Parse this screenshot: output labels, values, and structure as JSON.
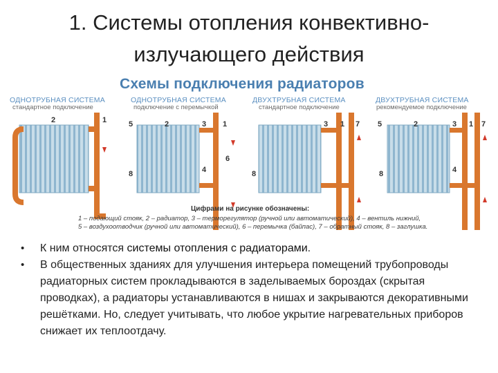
{
  "slide": {
    "title": "1. Системы отопления конвективно-излучающего действия"
  },
  "figure": {
    "heading": "Схемы подключения радиаторов",
    "systems": [
      {
        "name": "Однотрубная система",
        "sub": "стандартное подключение"
      },
      {
        "name": "Однотрубная система",
        "sub": "подключение с перемычкой"
      },
      {
        "name": "Двухтрубная система",
        "sub": "стандартное подключение"
      },
      {
        "name": "Двухтрубная система",
        "sub": "рекомендуемое подключение"
      }
    ],
    "legend_title": "Цифрами на рисунке обозначены:",
    "legend_lines": [
      "1 – подающий стояк, 2 – радиатор, 3 – терморегулятор (ручной или автоматический), 4 – вентиль нижний,",
      "5 – воздухоотводчик (ручной или автоматический), 6 – перемычка (байпас), 7 – обратный стояк, 8 – заглушка."
    ]
  },
  "bullets": [
    {
      "text": "К ним относятся ",
      "highlight": "системы отопления с радиаторами",
      "end": "."
    },
    {
      "text": "В общественных зданиях для улучшения интерьера помещений трубопроводы радиаторных систем прокладываются в заделываемых бороздах (скрытая проводках), а радиаторы устанавливаются в нишах и закрываются декоративными решётками. Но, следует учитывать, что любое укрытие нагревательных приборов снижает их теплоотдачу."
    }
  ],
  "colors": {
    "pipe": "#d9772e",
    "radiator": "#9ec3d9",
    "heading": "#4a7fb0",
    "arrow": "#d23a2a"
  }
}
